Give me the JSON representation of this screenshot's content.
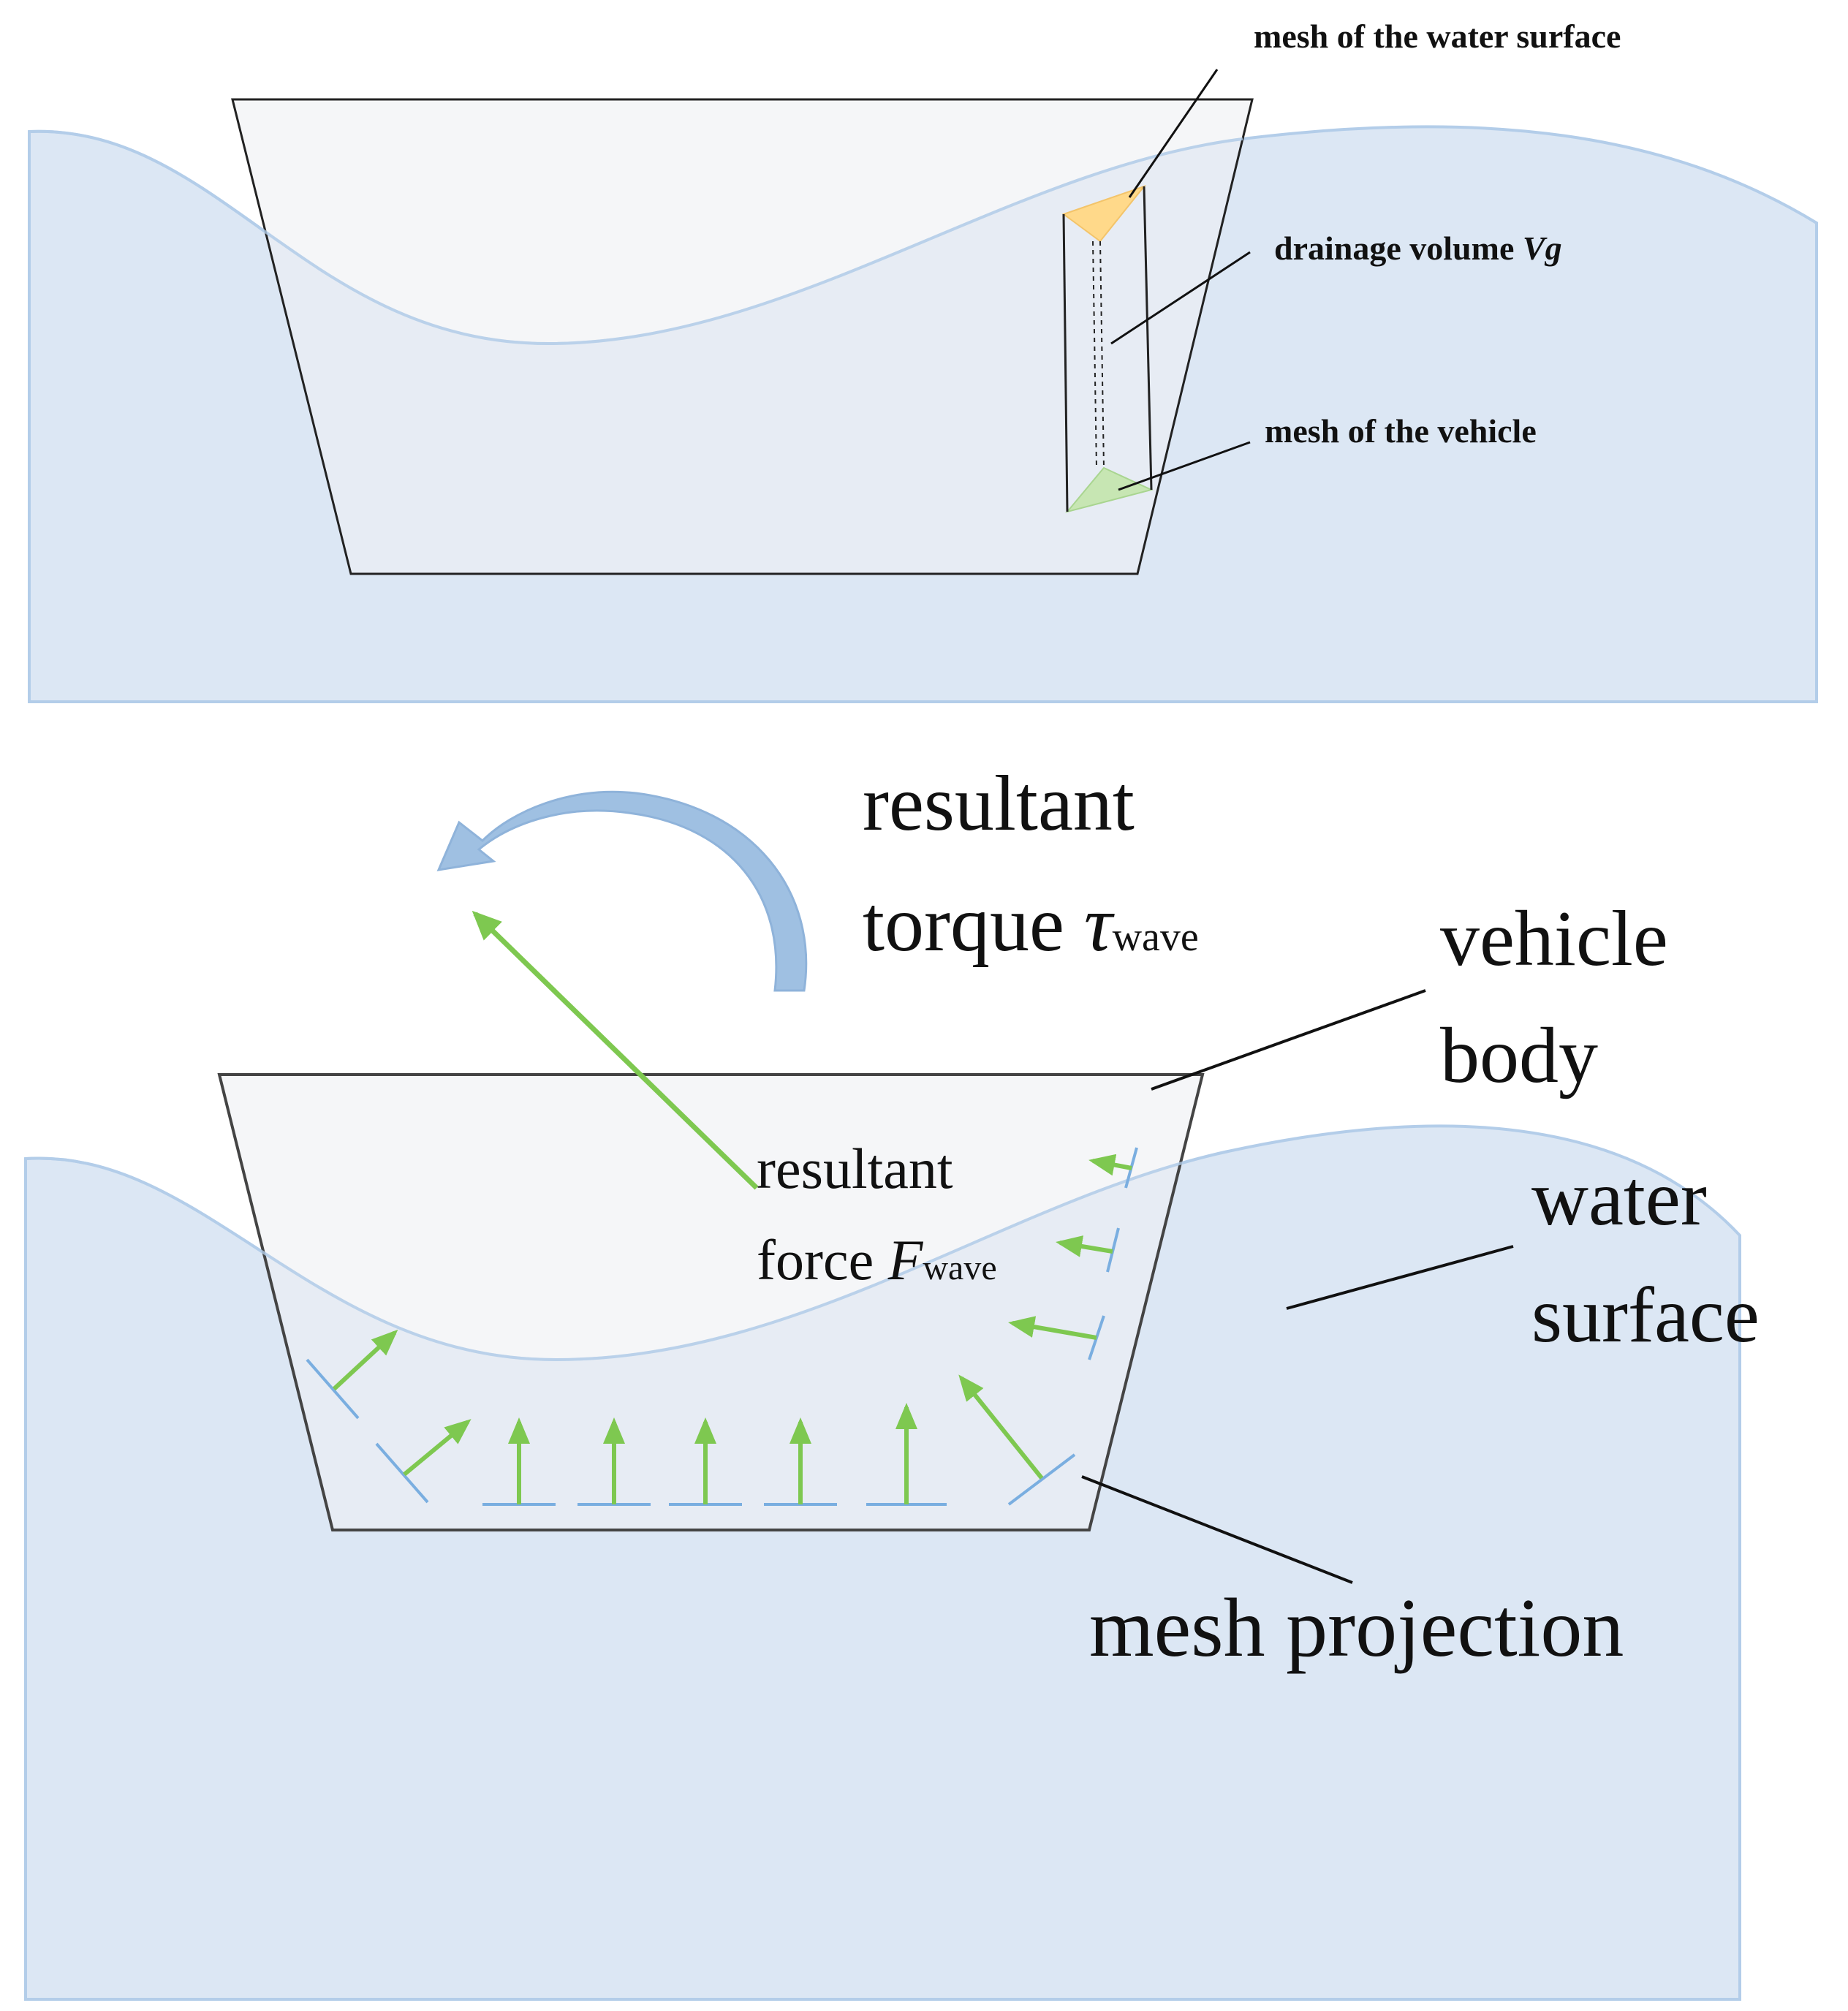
{
  "colors": {
    "water_fill": "#dce7f4",
    "water_edge": "#b3cde9",
    "vehicle_fill": "#eef0f3",
    "vehicle_edge": "#222222",
    "force_arrow": "#7ec850",
    "mesh_segment": "#7aaee0",
    "torque_arrow": "#9fc0e2",
    "water_mesh": "#ffd98a",
    "vehicle_mesh": "#c7e6b3"
  },
  "top_panel": {
    "label_water_mesh": "mesh of the water surface",
    "label_drainage_prefix": "drainage volume ",
    "label_drainage_symbol": "Vg",
    "label_vehicle_mesh": "mesh of the vehicle"
  },
  "bottom_panel": {
    "torque_line1": "resultant",
    "torque_line2_prefix": "torque ",
    "torque_symbol": "τ",
    "torque_subscript": "wave",
    "vehicle_line1": "vehicle",
    "vehicle_line2": "body",
    "water_line1": "water",
    "water_line2": "surface",
    "force_line1": "resultant",
    "force_line2_prefix": "force ",
    "force_symbol": "F",
    "force_subscript": "wave",
    "mesh_projection": "mesh projection"
  },
  "icons": {
    "torque": "curved-arrow-icon",
    "force": "arrow-icon"
  }
}
